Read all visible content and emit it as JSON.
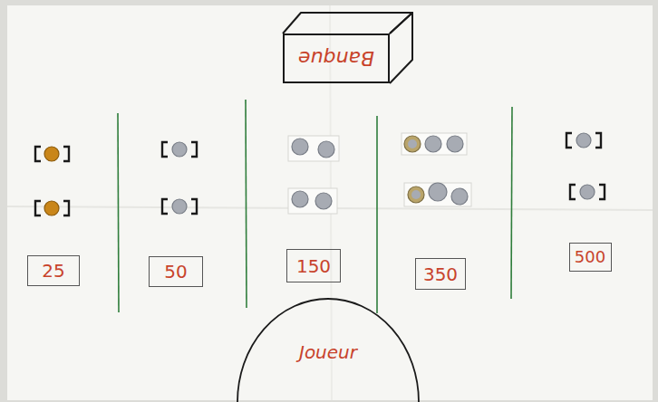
{
  "diagram": {
    "nodes": [
      {
        "text": [
          "Banque"
        ]
      },
      {
        "text": [
          "25"
        ]
      },
      {
        "text": [
          "50"
        ]
      },
      {
        "text": [
          "150"
        ]
      },
      {
        "text": [
          "350"
        ]
      },
      {
        "text": [
          "500"
        ]
      },
      {
        "text": [
          "Joueur"
        ]
      }
    ]
  }
}
